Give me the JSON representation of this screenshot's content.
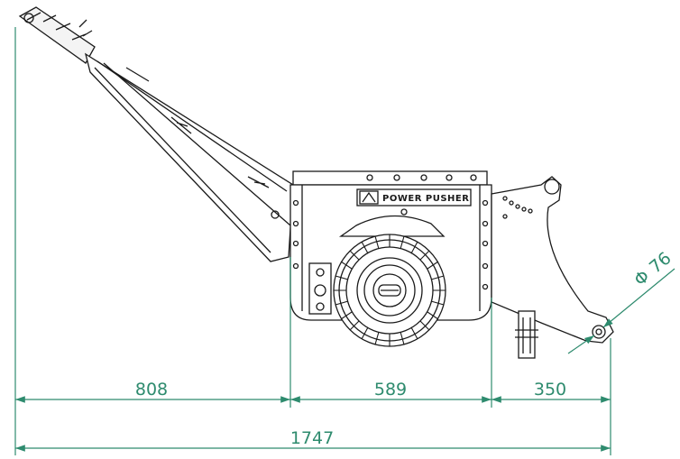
{
  "colors": {
    "line": "#1a1a1a",
    "dimension": "#2e8b6e",
    "background": "#ffffff"
  },
  "brand": {
    "label": "POWER PUSHER"
  },
  "dimensions": {
    "handle_length": "808",
    "wheel_section": "589",
    "front_section": "350",
    "overall_length": "1747",
    "tow_eye_diameter": "76",
    "diameter_symbol": "Φ"
  }
}
